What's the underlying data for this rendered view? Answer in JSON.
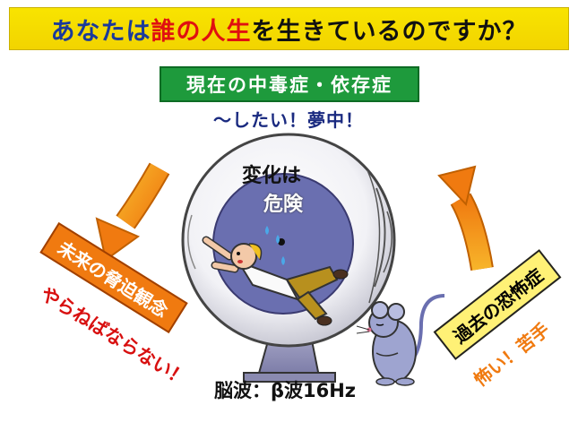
{
  "title": {
    "parts": [
      {
        "text": "あなたは",
        "color": "#1a3a9a"
      },
      {
        "text": "誰の人生",
        "color": "#e01010"
      },
      {
        "text": "を生きているのですか？",
        "color": "#111111"
      }
    ]
  },
  "present": {
    "label": "現在の中毒症・依存症",
    "sub": "〜したい！夢中！"
  },
  "center": {
    "line1": "変化は",
    "line2": "危険"
  },
  "future": {
    "label": "未来の脅迫観念",
    "sub": "やらねばならない！"
  },
  "past": {
    "label": "過去の恐怖症",
    "sub": "怖い！苦手"
  },
  "brainwave": "脳波：β波16Hz",
  "colors": {
    "title_bg": "#f5dc00",
    "green": "#1e9a3c",
    "orange": "#f07a10",
    "yellow_box": "#fff176",
    "red": "#d81010",
    "wheel": "#6a6fb0",
    "arrow": "#f28a10"
  },
  "icons": [
    "hamster-wheel-icon",
    "falling-man-icon",
    "mouse-icon",
    "curved-arrow-icon"
  ]
}
